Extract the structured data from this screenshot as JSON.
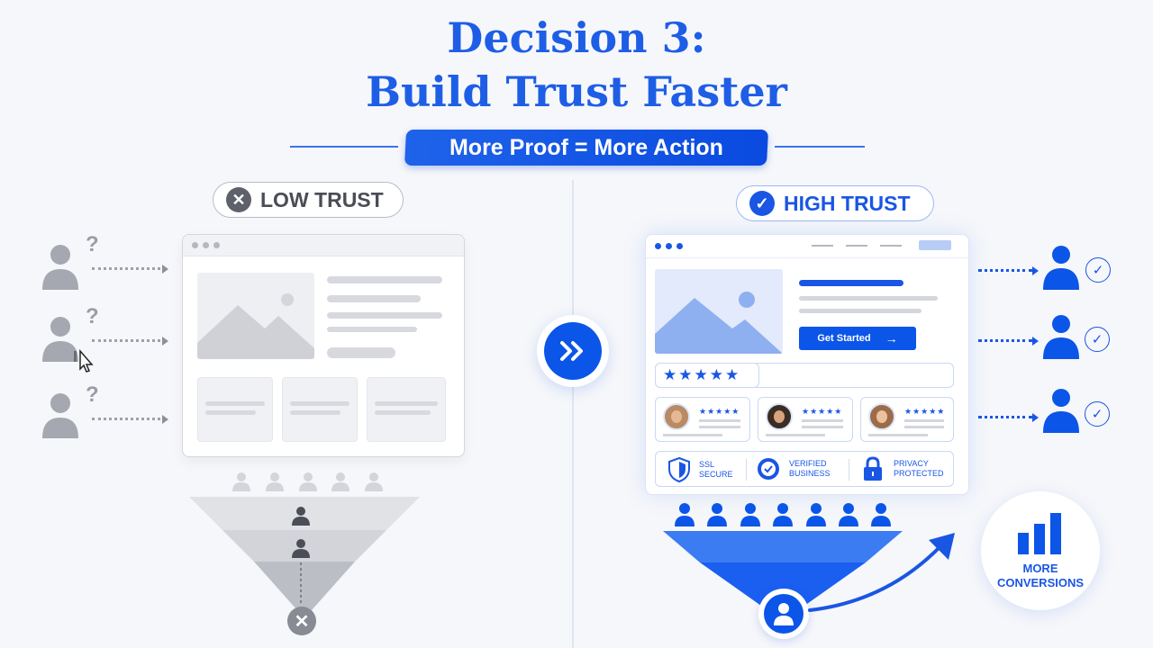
{
  "header": {
    "title_line1": "Decision 3:",
    "title_line2": "Build Trust Faster",
    "subtitle": "More Proof = More Action"
  },
  "low_trust": {
    "label": "LOW TRUST",
    "status_icon": "x-circle-icon",
    "visitor_marks": [
      "?",
      "?",
      "?"
    ],
    "visitor_count": 3,
    "funnel_top_people": 5,
    "funnel_end_icon": "x-circle-icon",
    "color": "#9a9da6"
  },
  "transition": {
    "icon": "double-chevron-right-icon",
    "color": "#0b55e8"
  },
  "high_trust": {
    "label": "HIGH TRUST",
    "status_icon": "check-circle-icon",
    "cta_label": "Get Started",
    "cta_arrow": "→",
    "rating_stars": "★★★★★",
    "review_stars": "★★★★★",
    "reviews_count": 3,
    "trust_badges": [
      {
        "icon": "shield-icon",
        "line1": "SSL",
        "line2": "SECURE"
      },
      {
        "icon": "verified-badge-icon",
        "line1": "VERIFIED",
        "line2": "BUSINESS"
      },
      {
        "icon": "lock-icon",
        "line1": "PRIVACY",
        "line2": "PROTECTED"
      }
    ],
    "visitor_count": 3,
    "funnel_top_people": 7,
    "result_line1": "MORE",
    "result_line2": "CONVERSIONS",
    "color": "#1a56e4"
  }
}
